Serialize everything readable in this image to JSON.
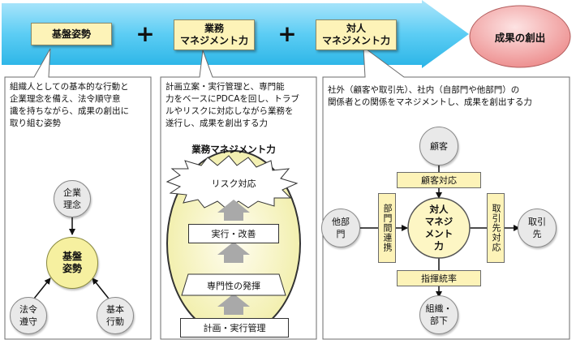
{
  "header": {
    "box1": "基盤姿勢",
    "box2_line1": "業務",
    "box2_line2": "マネジメント力",
    "box3_line1": "対人",
    "box3_line2": "マネジメント力",
    "plus": "+",
    "result": "成果の創出"
  },
  "panel1": {
    "desc": [
      "組織人としての基本的な行動と",
      "企業理念を備え、法令順守意",
      "識を持ちながら、成果の創出に",
      "取り組む姿勢"
    ],
    "center_line1": "基盤",
    "center_line2": "姿勢",
    "top_line1": "企業",
    "top_line2": "理念",
    "left_line1": "法令",
    "left_line2": "遵守",
    "right_line1": "基本",
    "right_line2": "行動"
  },
  "panel2": {
    "desc": [
      "計画立案・実行管理と、専門能",
      "力をベースにPDCAを回し、トラブ",
      "ルやリスクに対応しながら業務を",
      "遂行し、成果を創出する力"
    ],
    "title": "業務マネジメント力",
    "risk": "リスク対応",
    "step3": "実行・改善",
    "step2": "専門性の発揮",
    "step1": "計画・実行管理"
  },
  "panel3": {
    "desc": [
      "社外（顧客や取引先）、社内（自部門や他部門）の",
      "関係者との関係をマネジメントし、成果を創出する力"
    ],
    "center": [
      "対人",
      "マネジ",
      "メント",
      "力"
    ],
    "top": "顧客",
    "left_line1": "他部",
    "left_line2": "門",
    "right_line1": "取引",
    "right_line2": "先",
    "bottom_line1": "組織・",
    "bottom_line2": "部下",
    "label_top": "顧客対応",
    "label_left": "部門間連携",
    "label_right": "取引先対応",
    "label_bottom": "指揮統率"
  },
  "colors": {
    "banner": "#4bc5f0",
    "label_fill": "#fdf3b8",
    "result_fill": "#f08b8b",
    "node_fill": "#e9e9e9"
  }
}
